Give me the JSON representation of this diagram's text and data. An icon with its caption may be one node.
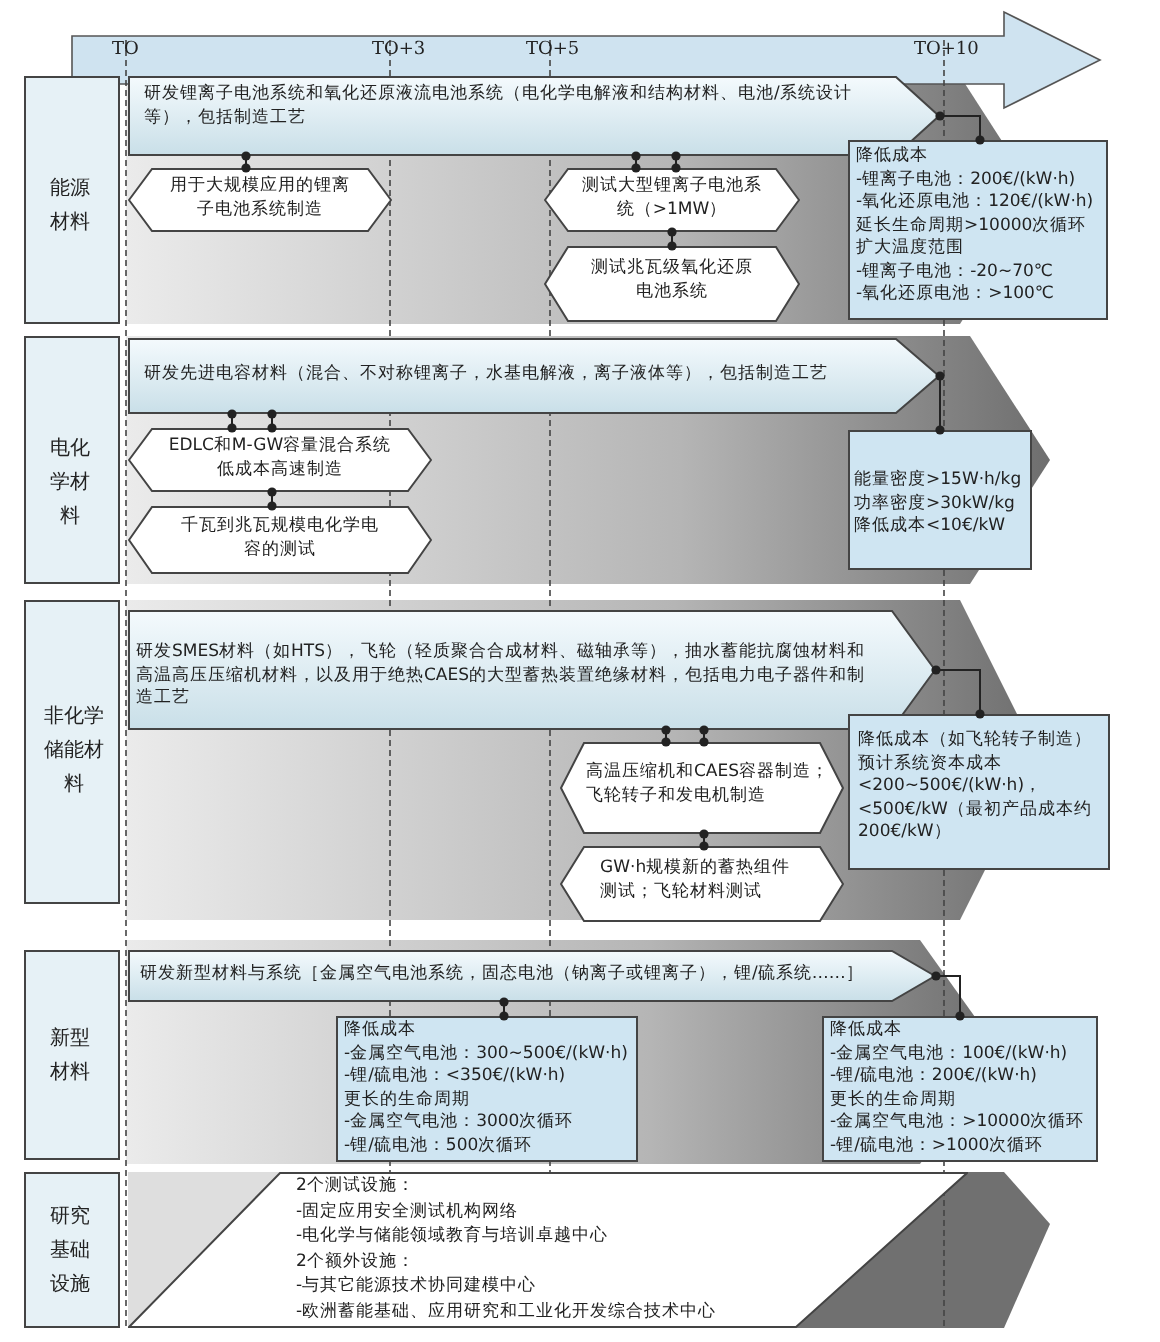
{
  "diagram": {
    "nodes": [
      {
        "text": [
          "能源材料"
        ]
      },
      {
        "text": [
          "研发锂离子电池系统和氧化还原液流电池系统（电化学电解液和结构材料、电池/系统设计等），包括制造工艺"
        ]
      },
      {
        "text": [
          "用于大规模应用的锂离子电池系统制造"
        ]
      },
      {
        "text": [
          "测试大型锂离子电池系统（>1MW）"
        ]
      },
      {
        "text": [
          "测试兆瓦级氧化还原电池系统"
        ]
      },
      {
        "text": [
          "降低成本",
          "-锂离子电池：200€/(kW·h)",
          "-氧化还原电池：120€/(kW·h)",
          "延长生命周期>10000次循环",
          "扩大温度范围",
          "-锂离子电池：-20~70℃",
          "-氧化还原电池：>100℃"
        ]
      },
      {
        "text": [
          "电化学材料"
        ]
      },
      {
        "text": [
          "研发先进电容材料（混合、不对称锂离子，水基电解液，离子液体等），包括制造工艺"
        ]
      },
      {
        "text": [
          "EDLC和M-GW容量混合系统低成本高速制造"
        ]
      },
      {
        "text": [
          "千瓦到兆瓦规模电化学电容的测试"
        ]
      },
      {
        "text": [
          "能量密度>15W·h/kg",
          "功率密度>30kW/kg",
          "降低成本<10€/kW"
        ]
      },
      {
        "text": [
          "非化学储能材料"
        ]
      },
      {
        "text": [
          "研发SMES材料（如HTS），飞轮（轻质聚合合成材料、磁轴承等），抽水蓄能抗腐蚀材料和高温高压压缩机材料，以及用于绝热CAES的大型蓄热装置绝缘材料，包括电力电子器件和制造工艺"
        ]
      },
      {
        "text": [
          "高温压缩机和CAES容器制造；飞轮转子和发电机制造"
        ]
      },
      {
        "text": [
          "GW·h规模新的蓄热组件测试；飞轮材料测试"
        ]
      },
      {
        "text": [
          "降低成本（如飞轮转子制造）预计系统资本成本<200~500€/(kW·h)，<500€/kW（最初产品成本约200€/kW）"
        ]
      },
      {
        "text": [
          "新型材料"
        ]
      },
      {
        "text": [
          "研发新型材料与系统［金属空气电池系统，固态电池（钠离子或锂离子），锂/硫系统……］"
        ]
      },
      {
        "text": [
          "降低成本",
          "-金属空气电池：300~500€/(kW·h)",
          "-锂/硫电池：<350€/(kW·h)",
          "更长的生命周期",
          "-金属空气电池：3000次循环",
          "-锂/硫电池：500次循环"
        ]
      },
      {
        "text": [
          "降低成本",
          "-金属空气电池：100€/(kW·h)",
          "-锂/硫电池：200€/(kW·h)",
          "更长的生命周期",
          "-金属空气电池：>10000次循环",
          "-锂/硫电池：>1000次循环"
        ]
      },
      {
        "text": [
          "研究基础设施"
        ]
      },
      {
        "text": [
          "2个测试设施：",
          "-固定应用安全测试机构网络",
          "-电化学与储能领域教育与培训卓越中心",
          "2个额外设施：",
          "-与其它能源技术协同建模中心",
          "-欧洲蓄能基础、应用研究和工业化开发综合技术中心"
        ]
      }
    ],
    "edges": [
      {
        "from": 1,
        "to": 2,
        "arrow": "other"
      },
      {
        "from": 1,
        "to": 3,
        "arrow": "other"
      },
      {
        "from": 1,
        "to": 3,
        "arrow": "other"
      },
      {
        "from": 3,
        "to": 4,
        "arrow": "other"
      },
      {
        "from": 1,
        "to": 5,
        "arrow": "other"
      },
      {
        "from": 7,
        "to": 8,
        "arrow": "other"
      },
      {
        "from": 7,
        "to": 8,
        "arrow": "other"
      },
      {
        "from": 8,
        "to": 9,
        "arrow": "other"
      },
      {
        "from": 7,
        "to": 10,
        "arrow": "other"
      },
      {
        "from": 12,
        "to": 13,
        "arrow": "other"
      },
      {
        "from": 12,
        "to": 13,
        "arrow": "other"
      },
      {
        "from": 13,
        "to": 14,
        "arrow": "other"
      },
      {
        "from": 12,
        "to": 15,
        "arrow": "other"
      },
      {
        "from": 17,
        "to": 18,
        "arrow": "other"
      },
      {
        "from": 17,
        "to": 19,
        "arrow": "other"
      }
    ],
    "labels": [
      "TO",
      "TO+3",
      "TO+5",
      "TO+10"
    ]
  }
}
